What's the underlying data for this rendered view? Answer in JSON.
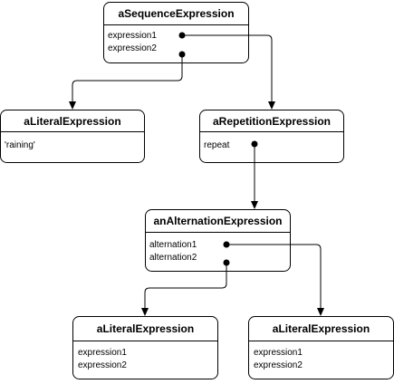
{
  "nodes": {
    "seq": {
      "title": "aSequenceExpression",
      "attrs": [
        "expression1",
        "expression2"
      ]
    },
    "lit1": {
      "title": "aLiteralExpression",
      "attrs": [
        "'raining'"
      ]
    },
    "rep": {
      "title": "aRepetitionExpression",
      "attrs": [
        "repeat"
      ]
    },
    "alt": {
      "title": "anAlternationExpression",
      "attrs": [
        "alternation1",
        "alternation2"
      ]
    },
    "lit2": {
      "title": "aLiteralExpression",
      "attrs": [
        "expression1",
        "expression2"
      ]
    },
    "lit3": {
      "title": "aLiteralExpression",
      "attrs": [
        "expression1",
        "expression2"
      ]
    }
  },
  "edges": [
    {
      "from": "seq.expression1",
      "to": "rep"
    },
    {
      "from": "seq.expression2",
      "to": "lit1"
    },
    {
      "from": "rep.repeat",
      "to": "alt"
    },
    {
      "from": "alt.alternation1",
      "to": "lit3"
    },
    {
      "from": "alt.alternation2",
      "to": "lit2"
    }
  ]
}
